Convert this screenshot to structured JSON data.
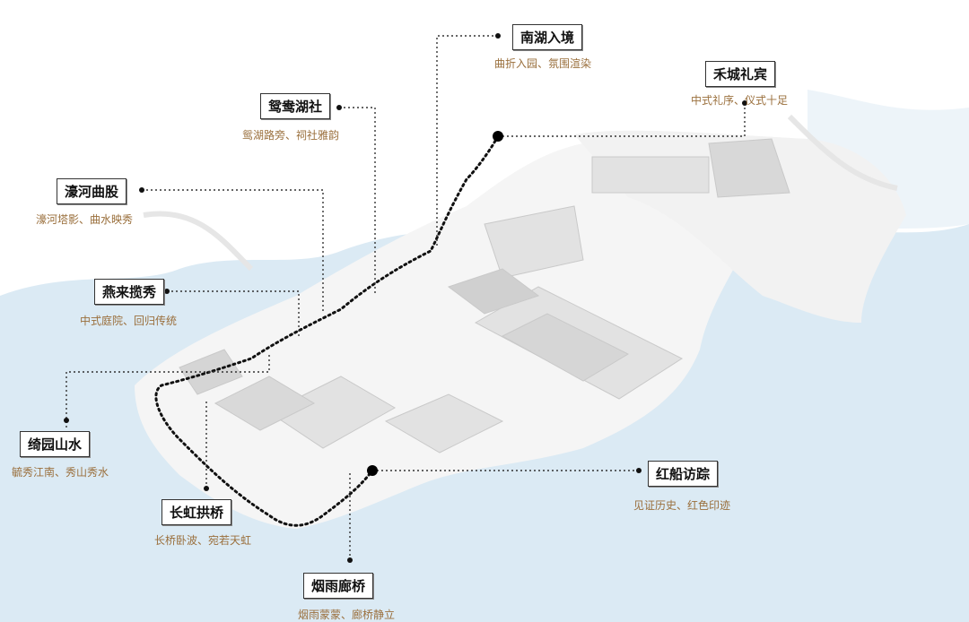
{
  "spots": [
    {
      "title": "南湖入境",
      "desc": "曲折入园、氛围渲染"
    },
    {
      "title": "禾城礼宾",
      "desc": "中式礼序、仪式十足"
    },
    {
      "title": "鸳鸯湖社",
      "desc": "鸳湖路旁、祠社雅韵"
    },
    {
      "title": "濠河曲股",
      "desc": "濠河塔影、曲水映秀"
    },
    {
      "title": "燕来揽秀",
      "desc": "中式庭院、回归传统"
    },
    {
      "title": "绮园山水",
      "desc": "毓秀江南、秀山秀水"
    },
    {
      "title": "长虹拱桥",
      "desc": "长桥卧波、宛若天虹"
    },
    {
      "title": "烟雨廊桥",
      "desc": "烟雨蒙蒙、廊桥静立"
    },
    {
      "title": "红船访踪",
      "desc": "见证历史、红色印迹"
    }
  ],
  "colors": {
    "water": "#dbeaf4",
    "building": "#e4e4e4",
    "accent_text": "#9a6f3c"
  }
}
